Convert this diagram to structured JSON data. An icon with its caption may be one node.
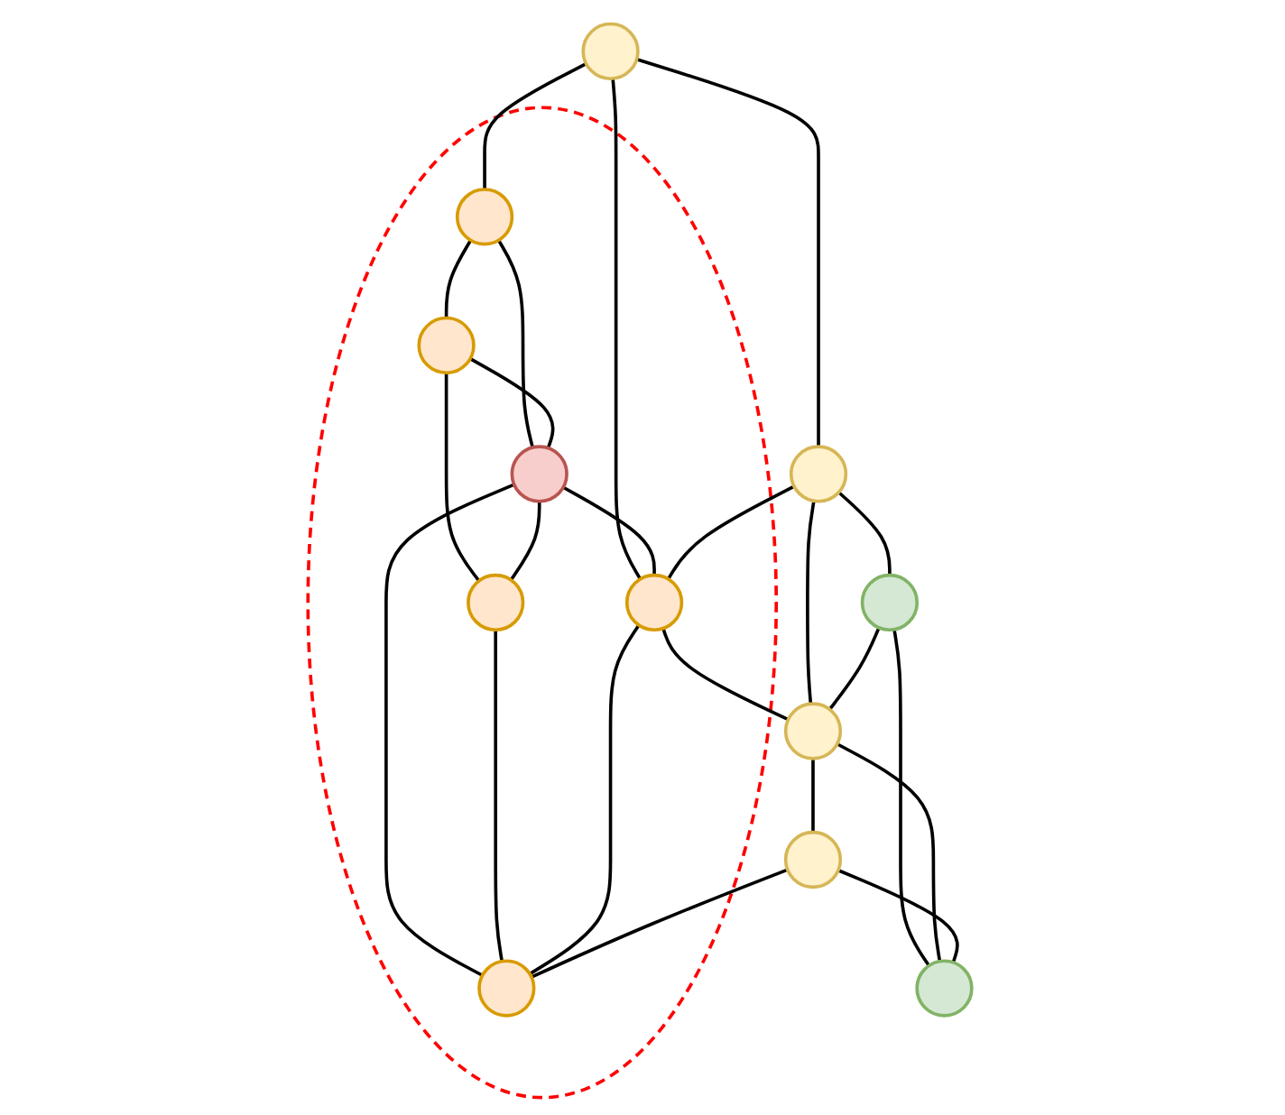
{
  "diagram": {
    "nodes": [
      {
        "text": [],
        "shape": "circle"
      },
      {
        "text": [],
        "shape": "circle",
        "in": 0
      },
      {
        "text": [],
        "shape": "circle",
        "in": 0
      },
      {
        "text": [],
        "shape": "circle"
      },
      {
        "text": [],
        "shape": "circle",
        "in": 0
      },
      {
        "text": [],
        "shape": "circle",
        "in": 0
      },
      {
        "text": [],
        "shape": "circle",
        "in": 0
      },
      {
        "text": [],
        "shape": "circle"
      },
      {
        "text": [],
        "shape": "circle",
        "in": 0
      },
      {
        "text": [],
        "shape": "circle"
      },
      {
        "text": [],
        "shape": "circle"
      },
      {
        "text": [],
        "shape": "circle"
      },
      {
        "text": [],
        "shape": "circle"
      }
    ],
    "edges": [
      {
        "from": 2,
        "to": 1,
        "arrow": "none"
      },
      {
        "from": 3,
        "to": 2,
        "arrow": "none"
      },
      {
        "from": 3,
        "to": 7,
        "arrow": "none"
      },
      {
        "from": 3,
        "to": 5,
        "arrow": "none"
      },
      {
        "from": 2,
        "to": 4,
        "arrow": "none"
      },
      {
        "from": 1,
        "to": 4,
        "arrow": "none"
      },
      {
        "from": 1,
        "to": 6,
        "arrow": "none"
      },
      {
        "from": 4,
        "to": 5,
        "arrow": "none"
      },
      {
        "from": 4,
        "to": 6,
        "arrow": "none"
      },
      {
        "from": 4,
        "to": 8,
        "arrow": "none"
      },
      {
        "from": 6,
        "to": 8,
        "arrow": "none"
      },
      {
        "from": 7,
        "to": 5,
        "arrow": "none"
      },
      {
        "from": 5,
        "to": 8,
        "arrow": "none"
      },
      {
        "from": 5,
        "to": 9,
        "arrow": "none"
      },
      {
        "from": 7,
        "to": 9,
        "arrow": "none"
      },
      {
        "from": 7,
        "to": 10,
        "arrow": "none"
      },
      {
        "from": 10,
        "to": 9,
        "arrow": "none"
      },
      {
        "from": 10,
        "to": 12,
        "arrow": "none"
      },
      {
        "from": 9,
        "to": 12,
        "arrow": "none"
      },
      {
        "from": 9,
        "to": 11,
        "arrow": "none"
      },
      {
        "from": 11,
        "to": 8,
        "arrow": "none"
      },
      {
        "from": 11,
        "to": 12,
        "arrow": "none"
      }
    ]
  }
}
